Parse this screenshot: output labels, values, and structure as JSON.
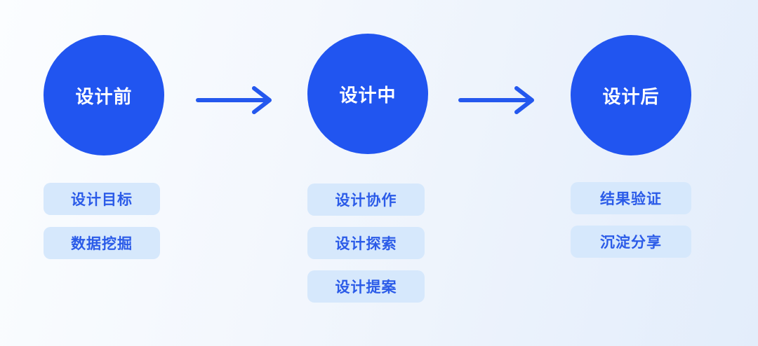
{
  "diagram": {
    "stages": [
      {
        "label": "设计前",
        "tags": [
          "设计目标",
          "数据挖掘"
        ]
      },
      {
        "label": "设计中",
        "tags": [
          "设计协作",
          "设计探索",
          "设计提案"
        ]
      },
      {
        "label": "设计后",
        "tags": [
          "结果验证",
          "沉淀分享"
        ]
      }
    ],
    "colors": {
      "circle_fill": "#2155f0",
      "circle_text": "#ffffff",
      "arrow": "#2458ee",
      "tag_background": "#d6e8fc",
      "tag_text": "#2b5be8",
      "background_from": "#fbfdff",
      "background_to": "#e3edfb"
    }
  }
}
